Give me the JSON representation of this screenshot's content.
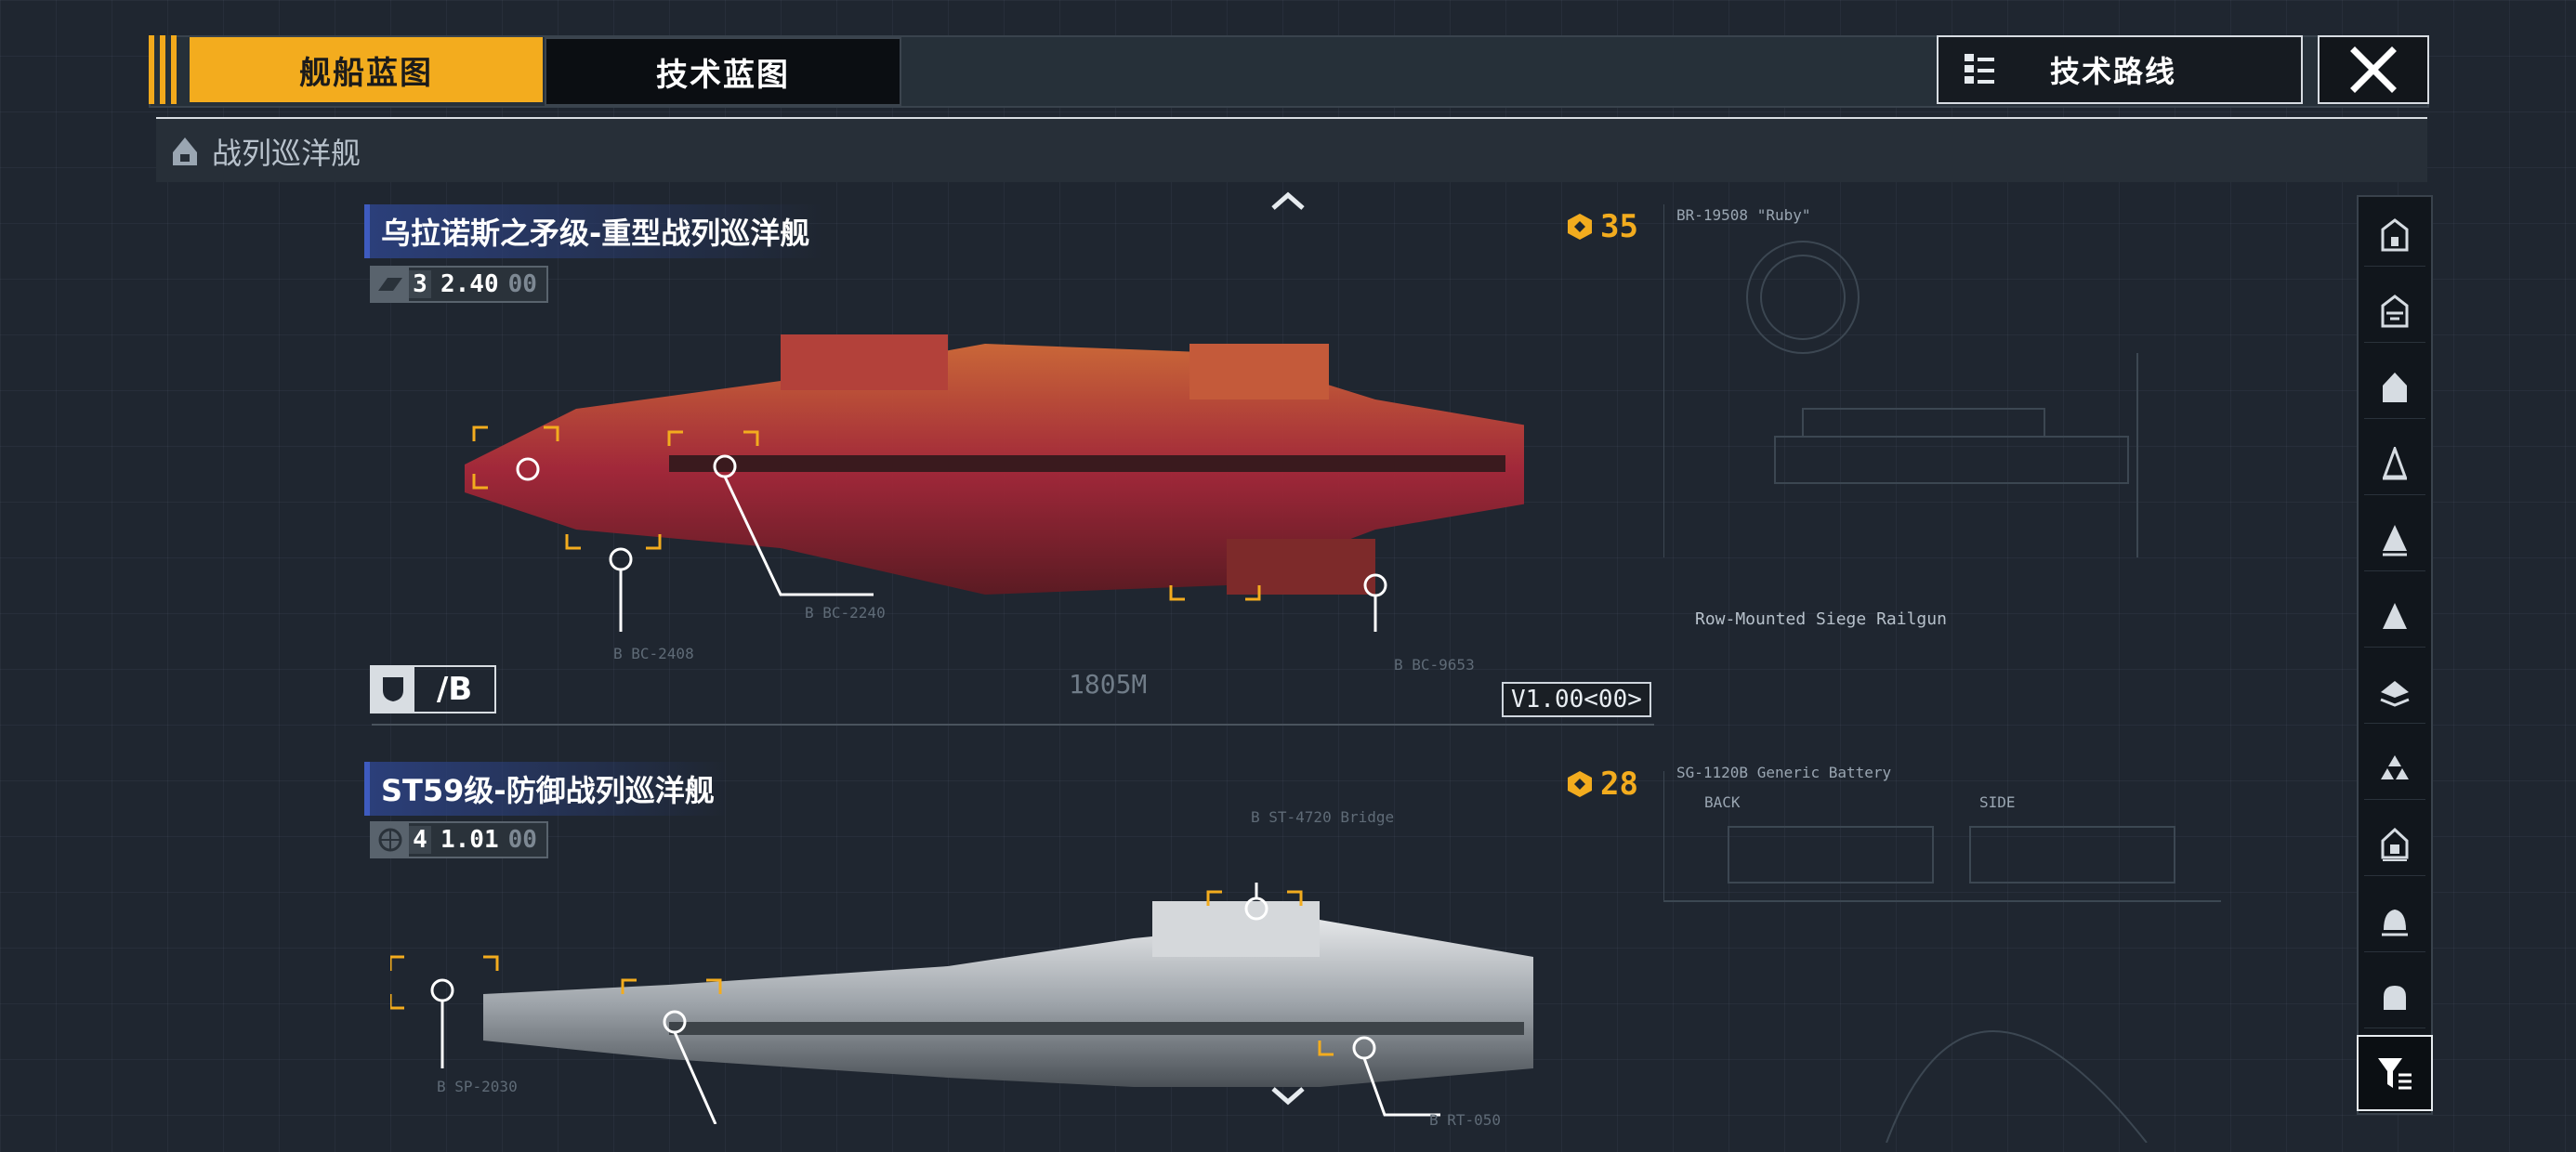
{
  "tabs": {
    "ship_blueprint": "舰船蓝图",
    "tech_blueprint": "技术蓝图"
  },
  "header_right": {
    "tech_route": "技术路线"
  },
  "section": {
    "title": "战列巡洋舰"
  },
  "ships": [
    {
      "name": "乌拉诺斯之矛级-重型战列巡洋舰",
      "tier": "3",
      "rating": "2.40",
      "rating_suffix": "00",
      "cost": "35",
      "badge": "/B",
      "length": "1805M",
      "version": "V1.00<00>",
      "labels": [
        "B BC-2240",
        "B BC-2408",
        "B BC-9653"
      ],
      "annotations": [
        "BR-19508 \"Ruby\"",
        "Row-Mounted Siege Railgun"
      ]
    },
    {
      "name": "ST59级-防御战列巡洋舰",
      "tier": "4",
      "rating": "1.01",
      "rating_suffix": "00",
      "cost": "28",
      "labels": [
        "B ST-4720 Bridge",
        "B SP-2030",
        "B RT-050"
      ],
      "annotations": [
        "SG-1120B Generic Battery",
        "BACK",
        "SIDE"
      ]
    }
  ],
  "icons": {
    "close": "close-icon",
    "tech_route": "tech-tree-icon",
    "section": "ship-class-icon",
    "filter": "filter-icon",
    "cost": "cost-hex-icon"
  },
  "colors": {
    "accent": "#f3ac1e",
    "title_bar": "#2b3f7a",
    "background": "#1f2630"
  }
}
